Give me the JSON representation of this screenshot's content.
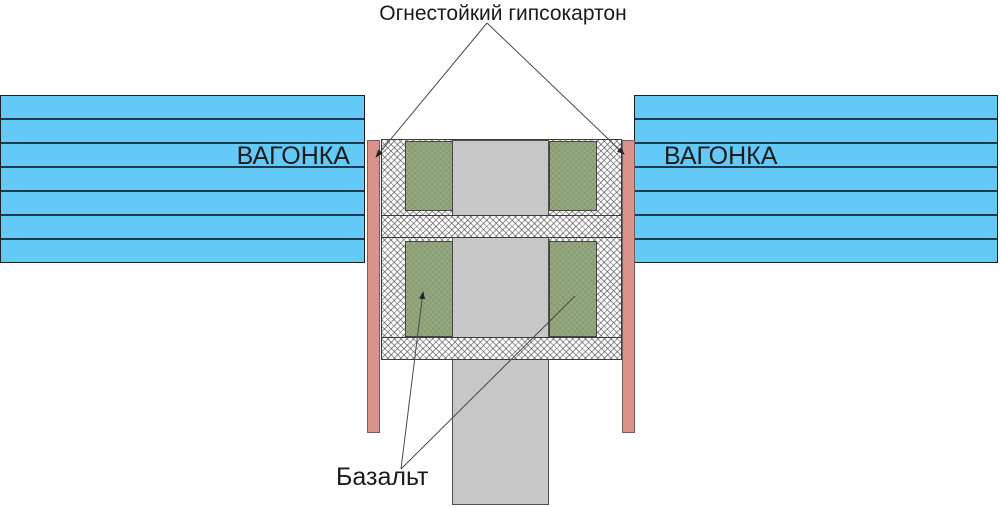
{
  "labels": {
    "drywall": "Огнестойкий гипсокартон",
    "paneling_left": "ВАГОНКА",
    "paneling_right": "ВАГОНКА",
    "basalt": "Базальт"
  },
  "colors": {
    "paneling_blue": "#63c9f7",
    "paneling_line": "#1f3a4a",
    "drywall_pink": "#d9938b",
    "basalt_green": "#94a97e",
    "stud_gray": "#c7c7c7",
    "outline_dark": "#3c3c3c",
    "leader_line": "#4a4a4a",
    "text_dark": "#1a1a1a"
  }
}
